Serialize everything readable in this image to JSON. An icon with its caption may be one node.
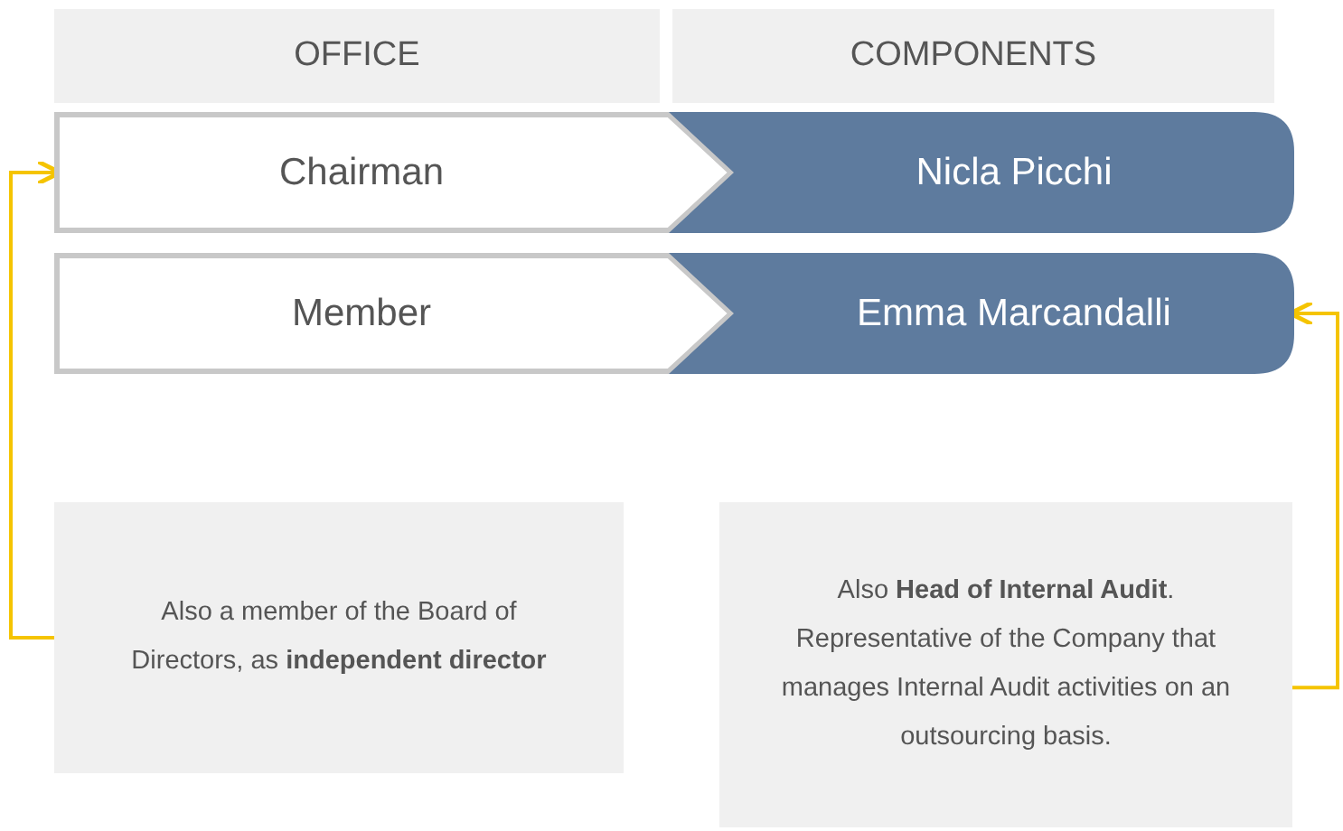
{
  "diagram": {
    "nodes": [
      {
        "text": [
          "OFFICE"
        ]
      },
      {
        "text": [
          "COMPONENTS"
        ]
      },
      {
        "text": [
          "Chairman"
        ]
      },
      {
        "text": [
          "Nicla Picchi"
        ]
      },
      {
        "text": [
          "Member"
        ]
      },
      {
        "text": [
          "Emma Marcandalli"
        ]
      },
      {
        "text": [
          "Also a member of the Board of Directors, as **independent director**"
        ]
      },
      {
        "text": [
          "Also **Head of Internal Audit**. Representative of the Company that manages Internal Audit activities on an outsourcing basis."
        ]
      }
    ],
    "edges": [
      {
        "from": 6,
        "to": 2,
        "arrow": "to",
        "color": "#f5c400"
      },
      {
        "from": 7,
        "to": 5,
        "arrow": "to",
        "color": "#f5c400"
      }
    ]
  }
}
